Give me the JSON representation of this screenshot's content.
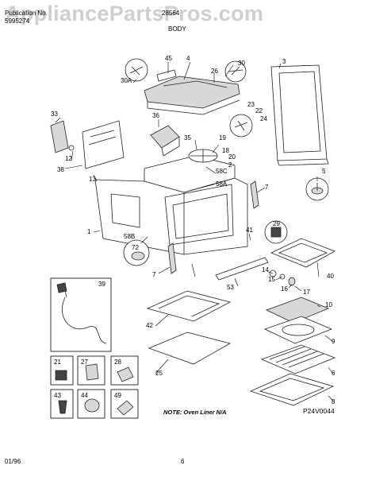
{
  "header": {
    "publication_label": "Publication No.",
    "publication_number": "5995274",
    "model": "28564",
    "section": "BODY"
  },
  "watermark": "AppliancePartsPros.com",
  "note": "NOTE: Oven Liner N/A",
  "figure_code": "P24V0044",
  "footer": {
    "date": "01/96",
    "page": "6"
  },
  "callouts": [
    "45",
    "4",
    "30",
    "3",
    "30A",
    "26",
    "33",
    "36",
    "23",
    "22",
    "24",
    "12",
    "35",
    "19",
    "18",
    "20",
    "2",
    "38",
    "13",
    "58C",
    "5",
    "58A",
    "7",
    "1",
    "58B",
    "29",
    "72",
    "41",
    "40",
    "7",
    "53",
    "14",
    "15",
    "16",
    "17",
    "39",
    "10",
    "42",
    "9",
    "21",
    "27",
    "28",
    "25",
    "6",
    "43",
    "44",
    "49",
    "8"
  ]
}
